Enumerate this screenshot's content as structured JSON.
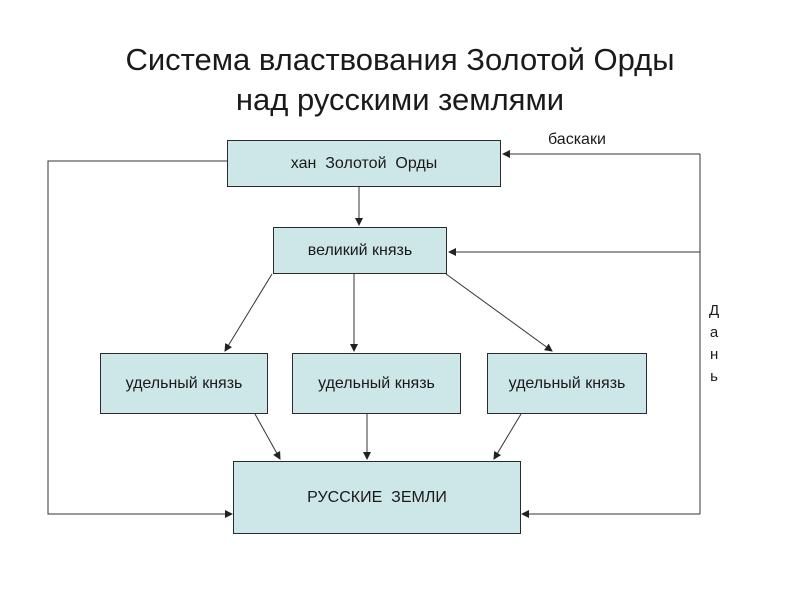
{
  "title": {
    "line1": "Система властвования Золотой Орды",
    "line2": "над русскими землями"
  },
  "nodes": {
    "khan": "хан  Золотой  Орды",
    "grand_prince": "великий князь",
    "appanage_1": "удельный князь",
    "appanage_2": "удельный князь",
    "appanage_3": "удельный князь",
    "russian_lands": "РУССКИЕ  ЗЕМЛИ"
  },
  "labels": {
    "baskaki": "баскаки",
    "tribute": [
      "Д",
      "а",
      "н",
      "ь"
    ]
  }
}
